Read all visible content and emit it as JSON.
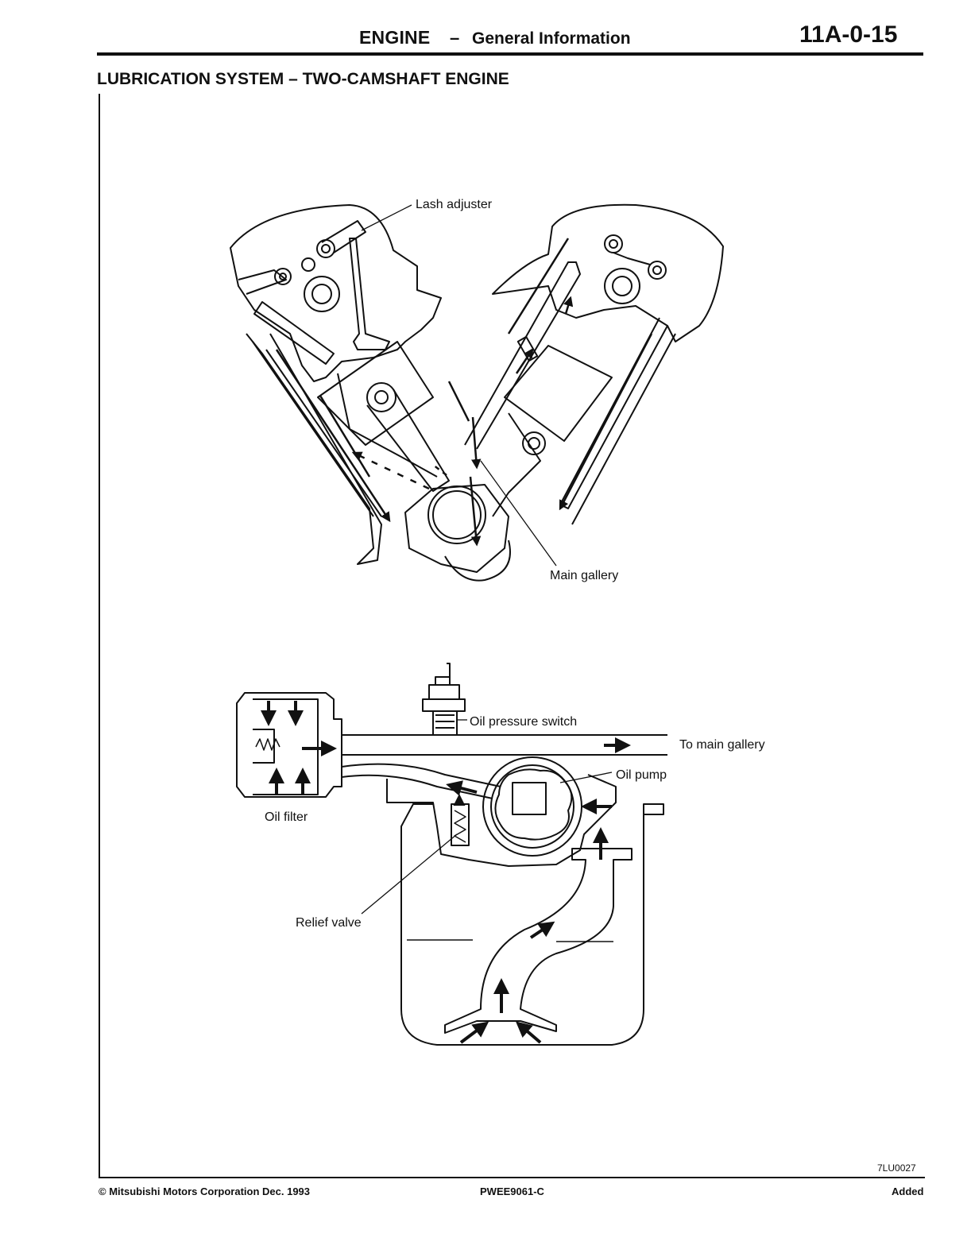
{
  "header": {
    "title": "ENGINE",
    "dash": "–",
    "subtitle": "General Information",
    "page_number": "11A-0-15"
  },
  "section_title": "LUBRICATION SYSTEM – TWO-CAMSHAFT ENGINE",
  "labels": {
    "lash_adjuster": "Lash adjuster",
    "main_gallery": "Main gallery",
    "oil_pressure_switch": "Oil pressure switch",
    "to_main_gallery": "To main gallery",
    "oil_pump": "Oil pump",
    "oil_filter": "Oil filter",
    "relief_valve": "Relief valve"
  },
  "figure_code": "7LU0027",
  "footer": {
    "copyright": "© Mitsubishi Motors Corporation  Dec. 1993",
    "doc_number": "PWEE9061-C",
    "status": "Added"
  }
}
